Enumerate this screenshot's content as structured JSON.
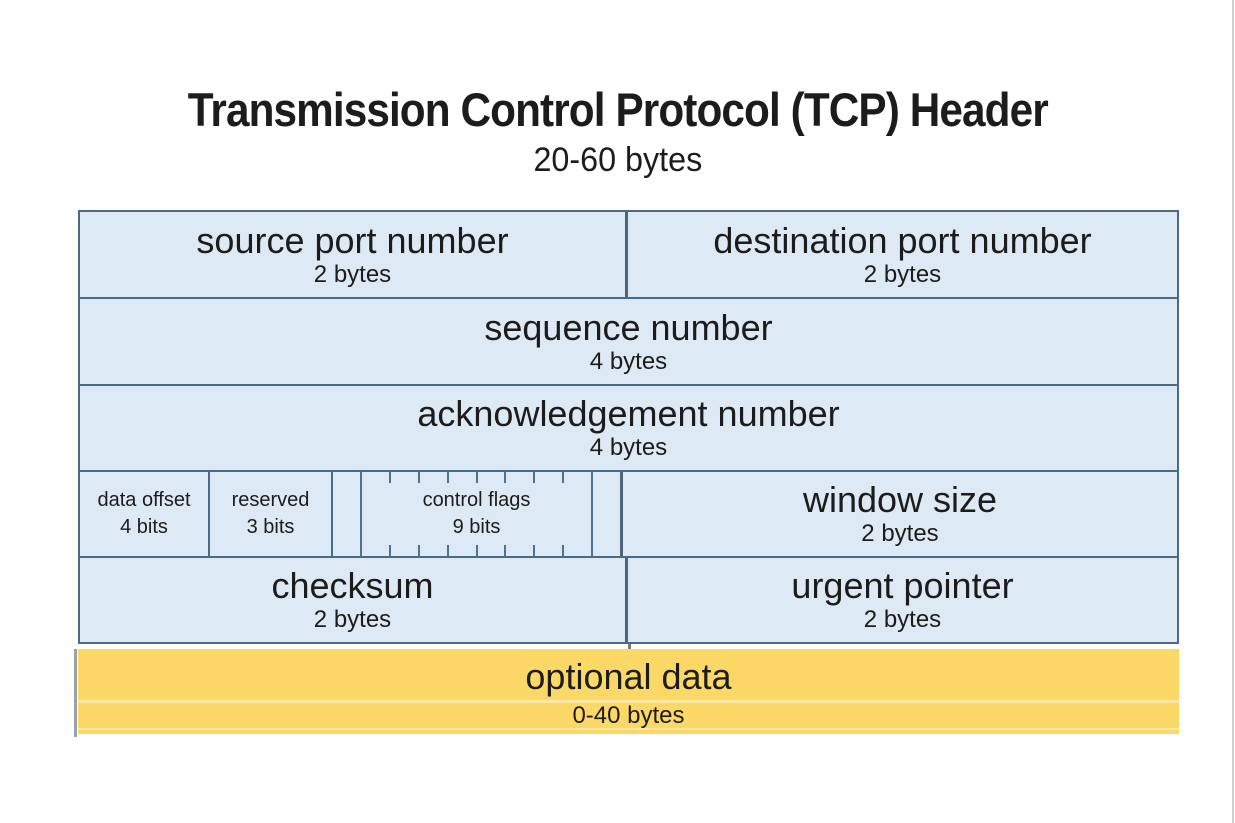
{
  "title": "Transmission Control Protocol (TCP) Header",
  "subtitle": "20-60 bytes",
  "fields": {
    "source_port": {
      "label": "source port number",
      "size": "2 bytes"
    },
    "dest_port": {
      "label": "destination port number",
      "size": "2 bytes"
    },
    "sequence": {
      "label": "sequence number",
      "size": "4 bytes"
    },
    "acknowledgement": {
      "label": "acknowledgement number",
      "size": "4 bytes"
    },
    "data_offset": {
      "label": "data offset",
      "size": "4 bits"
    },
    "reserved": {
      "label": "reserved",
      "size": "3 bits"
    },
    "control_flags": {
      "label": "control flags",
      "size": "9 bits"
    },
    "window_size": {
      "label": "window size",
      "size": "2 bytes"
    },
    "checksum": {
      "label": "checksum",
      "size": "2 bytes"
    },
    "urgent_pointer": {
      "label": "urgent pointer",
      "size": "2 bytes"
    },
    "optional_data": {
      "label": "optional data",
      "size": "0-40 bytes"
    }
  },
  "colors": {
    "cell_fill": "#dde9f4",
    "cell_border": "#4a6b87",
    "middle_divider": "#4f6579",
    "bit_divider": "#4d7293",
    "optional_fill": "#fcd966",
    "optional_band": "#fde9a2",
    "text": "#1c1c1c",
    "background": "#ffffff"
  }
}
